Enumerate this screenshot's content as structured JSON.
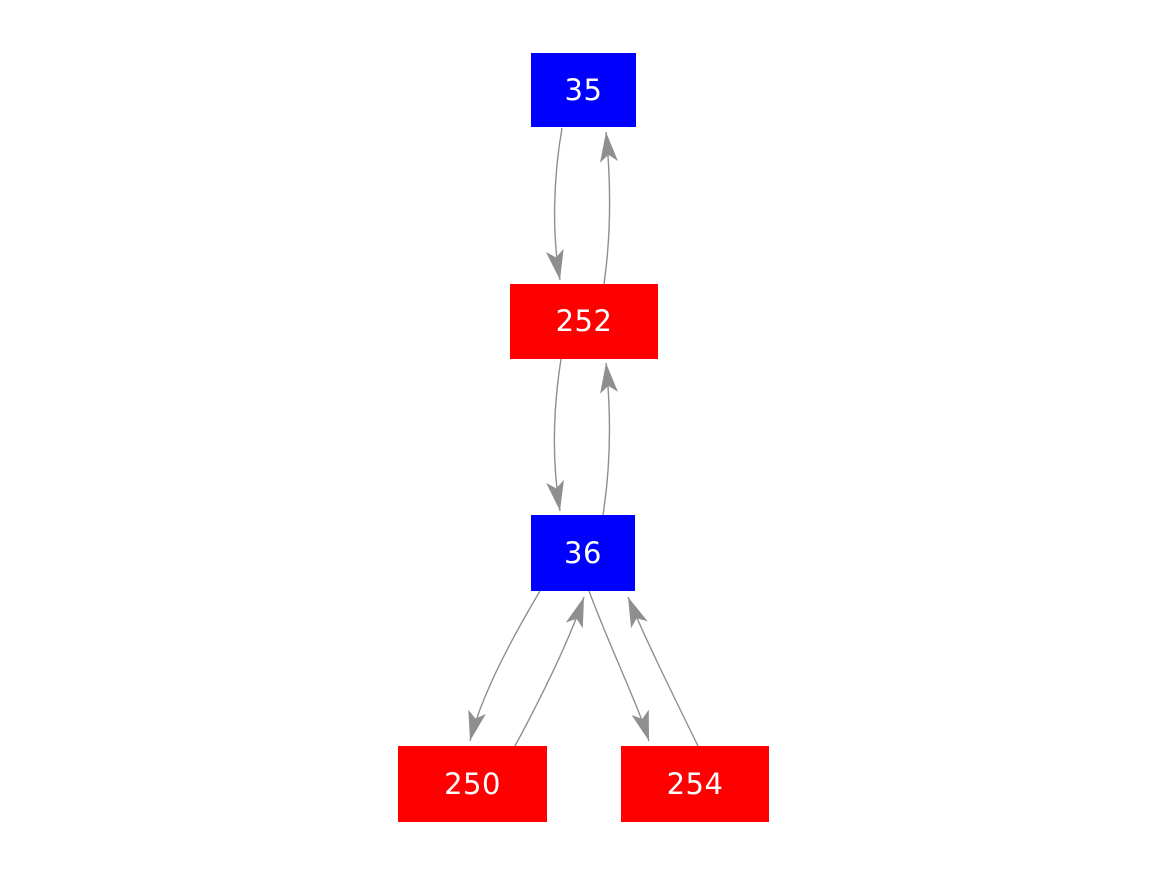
{
  "diagram": {
    "type": "directed-graph",
    "colors": {
      "background": "#ffffff",
      "node_blue": "#0000ff",
      "node_red": "#ff0000",
      "edge": "#8f8f8f",
      "label": "#ffffff"
    },
    "nodes": [
      {
        "id": "35",
        "label": "35",
        "color": "#0000ff"
      },
      {
        "id": "252",
        "label": "252",
        "color": "#ff0000"
      },
      {
        "id": "36",
        "label": "36",
        "color": "#0000ff"
      },
      {
        "id": "250",
        "label": "250",
        "color": "#ff0000"
      },
      {
        "id": "254",
        "label": "254",
        "color": "#ff0000"
      }
    ],
    "edges": [
      {
        "from": "35",
        "to": "252"
      },
      {
        "from": "252",
        "to": "35"
      },
      {
        "from": "252",
        "to": "36"
      },
      {
        "from": "36",
        "to": "252"
      },
      {
        "from": "36",
        "to": "250"
      },
      {
        "from": "250",
        "to": "36"
      },
      {
        "from": "36",
        "to": "254"
      },
      {
        "from": "254",
        "to": "36"
      }
    ]
  }
}
